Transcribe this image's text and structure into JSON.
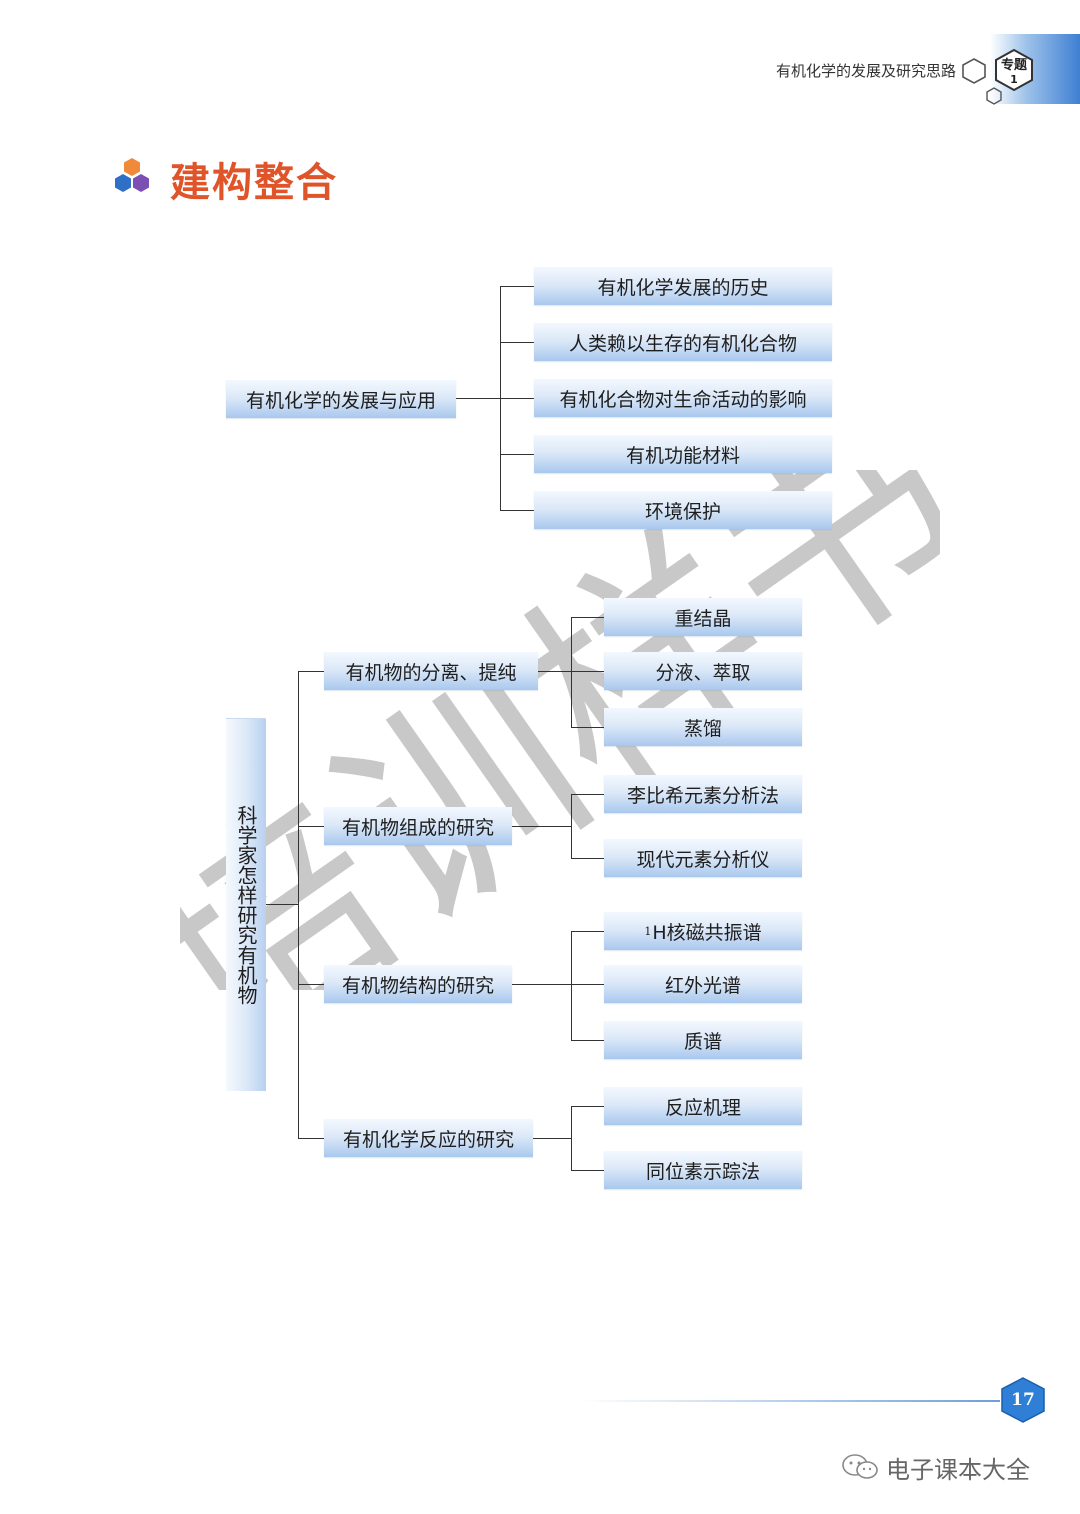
{
  "header": {
    "title": "有机化学的发展及研究思路",
    "badge_line1": "专题",
    "badge_line2": "1"
  },
  "section_title": "建构整合",
  "diagram1": {
    "root": "有机化学的发展与应用",
    "children": [
      "有机化学发展的历史",
      "人类赖以生存的有机化合物",
      "有机化合物对生命活动的影响",
      "有机功能材料",
      "环境保护"
    ]
  },
  "diagram2": {
    "root": "科学家怎样研究有机物",
    "branches": [
      {
        "label": "有机物的分离、提纯",
        "children": [
          "重结晶",
          "分液、萃取",
          "蒸馏"
        ]
      },
      {
        "label": "有机物组成的研究",
        "children": [
          "李比希元素分析法",
          "现代元素分析仪"
        ]
      },
      {
        "label": "有机物结构的研究",
        "children_sup": "1",
        "children": [
          "H核磁共振谱",
          "红外光谱",
          "质谱"
        ]
      },
      {
        "label": "有机化学反应的研究",
        "children": [
          "反应机理",
          "同位素示踪法"
        ]
      }
    ]
  },
  "watermark": "培训样书",
  "footer": {
    "page_number": "17",
    "wechat_account": "电子课本大全"
  },
  "colors": {
    "accent": "#e0542a",
    "box_light": "#dde9f8",
    "box_dark": "#a9c8ee",
    "page_badge": "#2f7fd6"
  }
}
